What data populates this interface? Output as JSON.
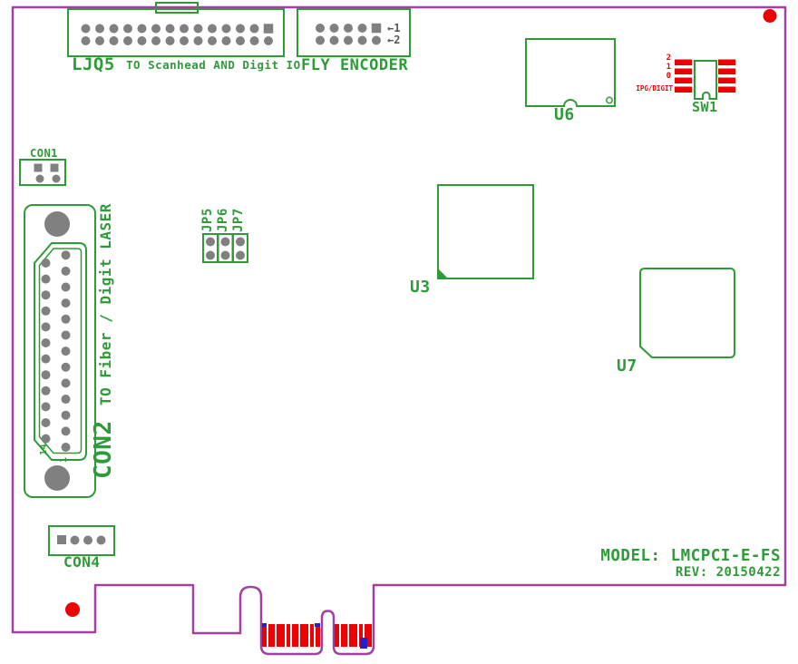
{
  "colors": {
    "board_outline_magenta": "#a040a0",
    "silkscreen_green": "#2e9b38",
    "pad_gray": "#808080",
    "marker_dark_gray": "#555555",
    "highlight_red": "#ee0000",
    "highlight_blue": "#2020cc"
  },
  "components": {
    "ljq5": {
      "label": "LJQ5",
      "desc": "TO Scanhead AND Digit IO",
      "pins_per_row": 14,
      "rows": 2
    },
    "fly_encoder": {
      "label": "FLY ENCODER",
      "pins_per_row": 5,
      "rows": 2,
      "row1_marker": "←1",
      "row2_marker": "←2"
    },
    "con1": {
      "label": "CON1",
      "pin_count": 4
    },
    "con2": {
      "label": "CON2",
      "desc": "TO Fiber / Digit LASER",
      "pins_left_column": 12,
      "pins_right_column": 13,
      "pin14_label": "14",
      "pin1_label": "1"
    },
    "con4": {
      "label": "CON4",
      "pin_count": 4
    },
    "jumpers": {
      "labels": [
        "JP5",
        "JP6",
        "JP7"
      ],
      "pins_each": 2
    },
    "u3": {
      "label": "U3"
    },
    "u6": {
      "label": "U6"
    },
    "u7": {
      "label": "U7"
    },
    "sw1": {
      "label": "SW1",
      "mode_label": "IPG/DIGIT",
      "position_labels": [
        "2",
        "1",
        "0"
      ],
      "pads_per_side": 4
    },
    "edge_connector": {
      "left_finger_count": 8,
      "right_finger_count": 5
    },
    "board_info": {
      "model": "MODEL: LMCPCI-E-FS",
      "rev": "REV: 20150422"
    }
  }
}
